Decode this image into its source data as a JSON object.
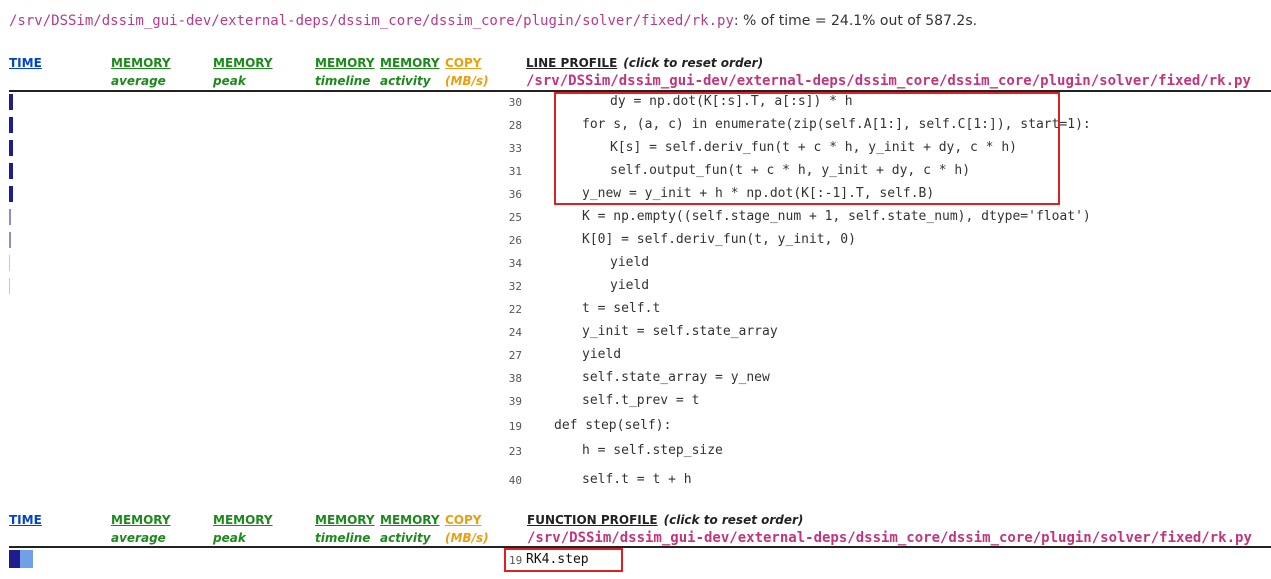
{
  "file_header": {
    "path": "/srv/DSSim/dssim_gui-dev/external-deps/dssim_core/dssim_core/plugin/solver/fixed/rk.py",
    "summary": ": % of time = 24.1% out of 587.2s."
  },
  "line_table": {
    "headers": {
      "time": "TIME",
      "mem_avg_top": "MEMORY",
      "mem_avg_sub": "average",
      "mem_peak_top": "MEMORY",
      "mem_peak_sub": "peak",
      "mem_tl_top": "MEMORY",
      "mem_tl_sub": "timeline",
      "mem_act_top": "MEMORY",
      "mem_act_sub": "activity",
      "copy_top": "COPY",
      "copy_sub": "(MB/s)",
      "profile_title": "LINE PROFILE",
      "profile_hint": "(click to reset order)",
      "profile_path": "/srv/DSSim/dssim_gui-dev/external-deps/dssim_core/dssim_core/plugin/solver/fixed/rk.py"
    },
    "rows": [
      {
        "line": "30",
        "time_pct": 0.4,
        "indent": 2,
        "code": "dy = np.dot(K[:s].T, a[:s]) * h"
      },
      {
        "line": "28",
        "time_pct": 0.4,
        "indent": 1,
        "code": "for s, (a, c) in enumerate(zip(self.A[1:], self.C[1:]), start=1):"
      },
      {
        "line": "33",
        "time_pct": 0.3,
        "indent": 2,
        "code": "K[s] = self.deriv_fun(t + c * h, y_init + dy, c * h)"
      },
      {
        "line": "31",
        "time_pct": 0.25,
        "indent": 2,
        "code": "self.output_fun(t + c * h, y_init + dy, c * h)"
      },
      {
        "line": "36",
        "time_pct": 0.2,
        "indent": 1,
        "code": "y_new = y_init + h * np.dot(K[:-1].T, self.B)"
      },
      {
        "line": "25",
        "time_pct": 0.1,
        "indent": 1,
        "code": "K = np.empty((self.stage_num + 1, self.state_num), dtype='float')"
      },
      {
        "line": "26",
        "time_pct": 0.1,
        "indent": 1,
        "code": "K[0] = self.deriv_fun(t, y_init, 0)"
      },
      {
        "line": "34",
        "time_pct": 0.05,
        "indent": 2,
        "code": "yield"
      },
      {
        "line": "32",
        "time_pct": 0.05,
        "indent": 2,
        "code": "yield"
      },
      {
        "line": "22",
        "time_pct": 0,
        "indent": 1,
        "code": "t = self.t"
      },
      {
        "line": "24",
        "time_pct": 0,
        "indent": 1,
        "code": "y_init = self.state_array"
      },
      {
        "line": "27",
        "time_pct": 0,
        "indent": 1,
        "code": "yield"
      },
      {
        "line": "38",
        "time_pct": 0,
        "indent": 1,
        "code": "self.state_array = y_new"
      },
      {
        "line": "39",
        "time_pct": 0,
        "indent": 1,
        "code": "self.t_prev = t"
      },
      {
        "line": "19",
        "time_pct": 0,
        "indent": 0,
        "code": "def step(self):"
      },
      {
        "line": "23",
        "time_pct": 0,
        "indent": 1,
        "code": "h = self.step_size"
      },
      {
        "line": "40",
        "time_pct": 0,
        "indent": 1,
        "code": "self.t = t + h"
      }
    ]
  },
  "function_table": {
    "headers": {
      "time": "TIME",
      "mem_avg_top": "MEMORY",
      "mem_avg_sub": "average",
      "mem_peak_top": "MEMORY",
      "mem_peak_sub": "peak",
      "mem_tl_top": "MEMORY",
      "mem_tl_sub": "timeline",
      "mem_act_top": "MEMORY",
      "mem_act_sub": "activity",
      "copy_top": "COPY",
      "copy_sub": "(MB/s)",
      "profile_title": "FUNCTION PROFILE",
      "profile_hint": "(click to reset order)",
      "profile_path": "/srv/DSSim/dssim_gui-dev/external-deps/dssim_core/dssim_core/plugin/solver/fixed/rk.py"
    },
    "rows": [
      {
        "line": "19",
        "name": "RK4.step",
        "time_pct": 1.0
      }
    ]
  },
  "colors": {
    "time_header": "#0044cc",
    "memory_header": "#1b8a1b",
    "copy_header": "#e8a010",
    "path": "#c0357e",
    "highlight": "#e02020",
    "bar_dark": "#1d1d8f",
    "bar_light": "#6fa0e8"
  }
}
